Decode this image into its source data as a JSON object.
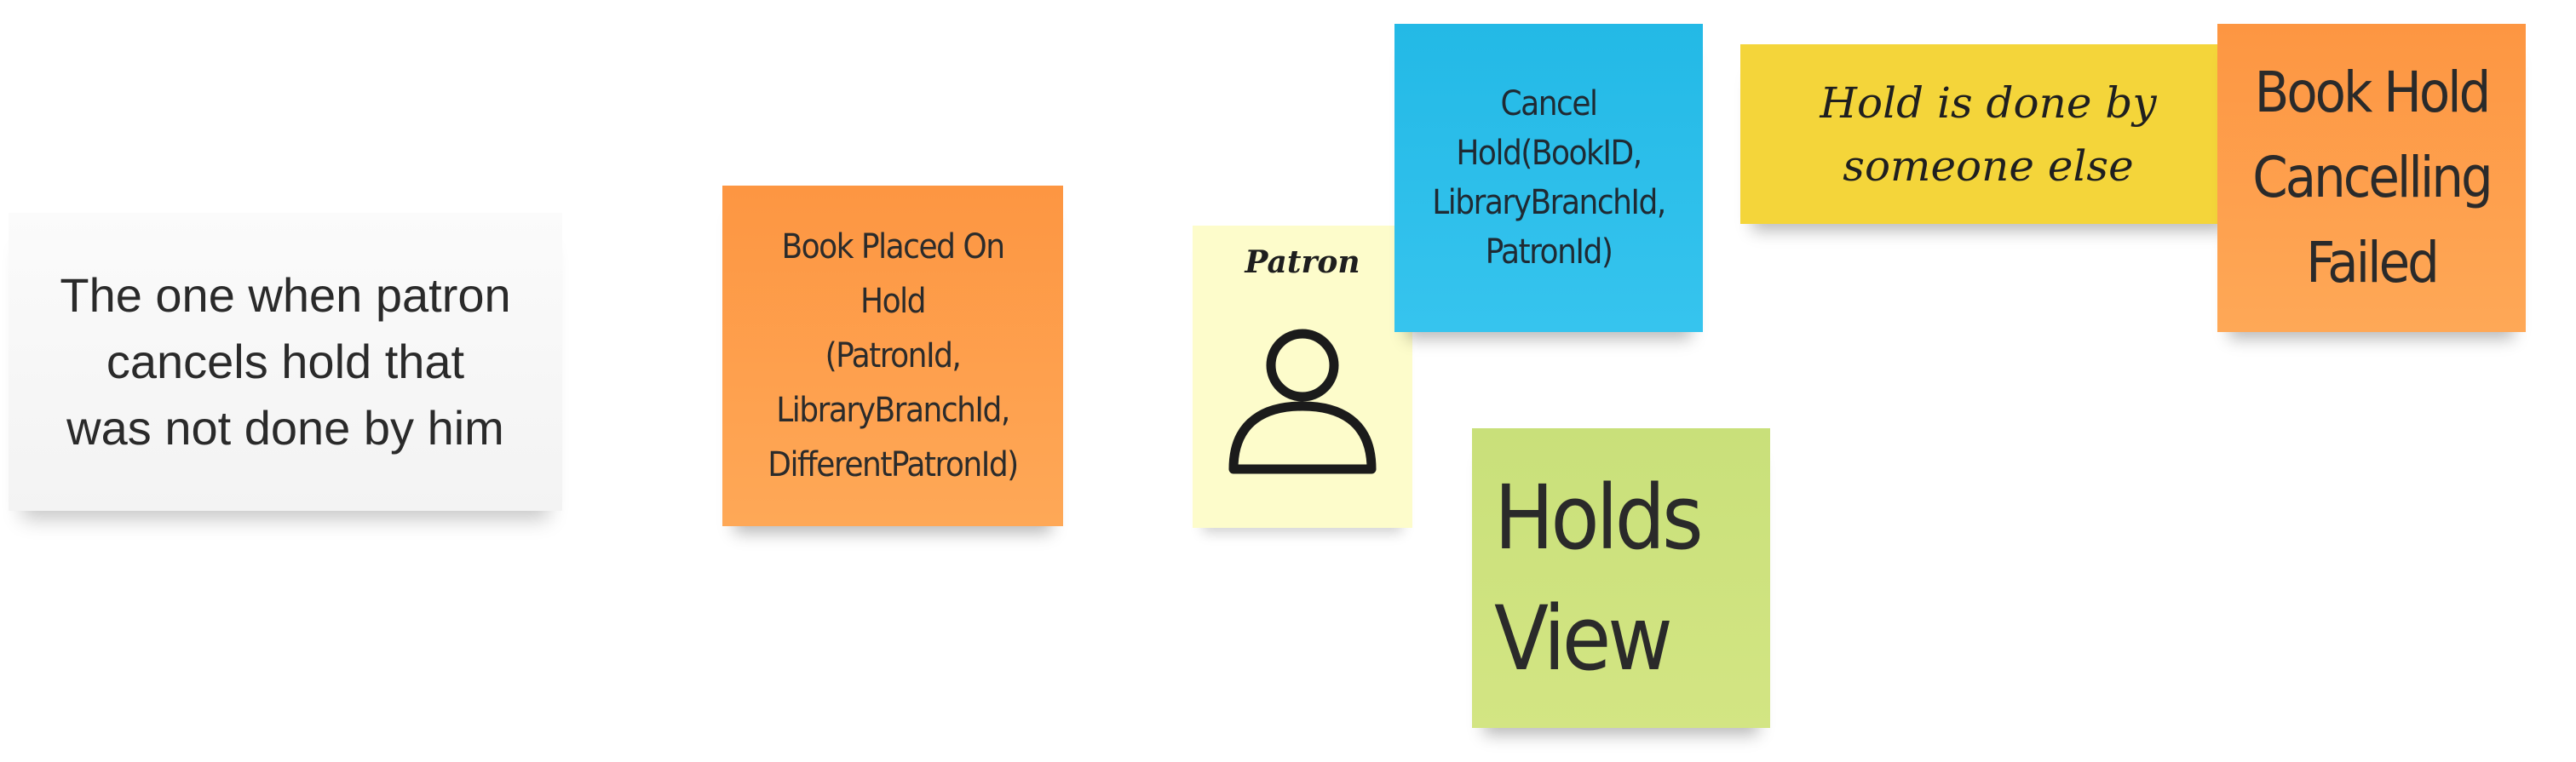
{
  "board": {
    "notes": {
      "description": {
        "text": "The one when patron\ncancels  hold that\nwas not done by him",
        "color": "#f6f6f6"
      },
      "event_placed": {
        "text": "Book Placed On\nHold\n(PatronId,\nLibraryBranchId,\nDifferentPatronId)",
        "color": "#fe9f4f"
      },
      "actor": {
        "label": "Patron",
        "icon": "person-icon",
        "color": "#fdfccb"
      },
      "command": {
        "text": "Cancel\nHold(BookID,\nLibraryBranchId,\nPatronId)",
        "color": "#2dbfea"
      },
      "view": {
        "text": "Holds\nView",
        "color": "#cfe380"
      },
      "condition": {
        "text": "Hold is done by\nsomeone else",
        "color": "#f4d53a"
      },
      "event_failed": {
        "text": "Book Hold\nCancelling\nFailed",
        "color": "#fe9f4f"
      }
    }
  }
}
